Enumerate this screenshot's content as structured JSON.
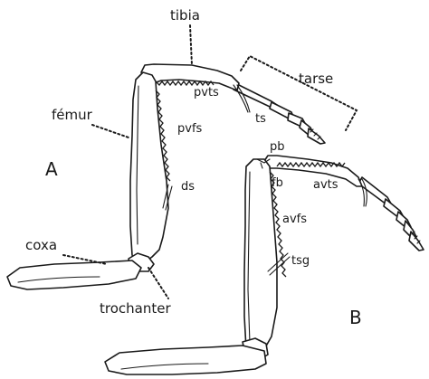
{
  "labels": {
    "tibia": "tibia",
    "tarse": "tarse",
    "femur": "fémur",
    "pvts": "pvts",
    "ts": "ts",
    "pvfs": "pvfs",
    "ds": "ds",
    "panel_a": "A",
    "coxa": "coxa",
    "trochanter": "trochanter",
    "pb": "pb",
    "fb": "fb",
    "avts": "avts",
    "avfs": "avfs",
    "tsg": "tsg",
    "panel_b": "B"
  }
}
